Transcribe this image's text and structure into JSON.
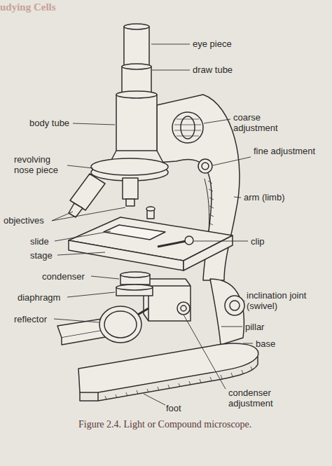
{
  "diagram": {
    "caption": "Figure 2.4. Light or Compound microscope.",
    "labels": [
      "udying Cells",
      "eye piece",
      "draw tube",
      "body tube",
      "coarse adjustment",
      "fine adjustment",
      "revolving nose piece",
      "arm (limb)",
      "objectives",
      "slide",
      "clip",
      "stage",
      "condenser",
      "diaphragm",
      "inclination joint (swivel)",
      "reflector",
      "pillar",
      "base",
      "condenser adjustment",
      "foot"
    ]
  }
}
